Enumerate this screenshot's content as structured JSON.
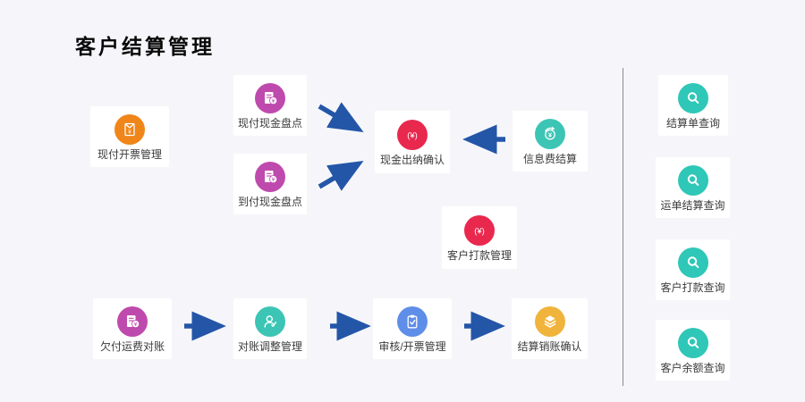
{
  "page": {
    "title": "客户结算管理",
    "background_color": "#f6f6fa",
    "card_color": "#ffffff",
    "arrow_color": "#2456a8",
    "divider_color": "#8c8c8c"
  },
  "glyphs": {
    "yuan": "¥",
    "yuan_paren": "(¥)"
  },
  "flow": {
    "nodes": [
      {
        "label": "现付开票管理",
        "icon": "invoice-icon",
        "color": "#f08519"
      },
      {
        "label": "现付现金盘点",
        "icon": "cash-count-icon",
        "color": "#bf4aad"
      },
      {
        "label": "到付现金盘点",
        "icon": "cash-count-icon",
        "color": "#bf4aad"
      },
      {
        "label": "现金出纳确认",
        "icon": "cash-yuan-icon",
        "color": "#e9284e"
      },
      {
        "label": "信息费结算",
        "icon": "fee-settlement-icon",
        "color": "#3cc5b5"
      },
      {
        "label": "客户打款管理",
        "icon": "cash-yuan-icon",
        "color": "#e9284e"
      },
      {
        "label": "欠付运费对账",
        "icon": "cash-count-icon",
        "color": "#bf4aad"
      },
      {
        "label": "对账调整管理",
        "icon": "user-adjust-icon",
        "color": "#3cc5b5"
      },
      {
        "label": "审核/开票管理",
        "icon": "clipboard-check-icon",
        "color": "#5f8ee8"
      },
      {
        "label": "结算销账确认",
        "icon": "layers-icon",
        "color": "#f0b43c"
      }
    ],
    "arrows": [
      {
        "from": "现付现金盘点",
        "to": "现金出纳确认",
        "direction": "down-right"
      },
      {
        "from": "到付现金盘点",
        "to": "现金出纳确认",
        "direction": "up-right"
      },
      {
        "from": "信息费结算",
        "to": "现金出纳确认",
        "direction": "left"
      },
      {
        "from": "欠付运费对账",
        "to": "对账调整管理",
        "direction": "right"
      },
      {
        "from": "对账调整管理",
        "to": "审核/开票管理",
        "direction": "right"
      },
      {
        "from": "审核/开票管理",
        "to": "结算销账确认",
        "direction": "right"
      }
    ]
  },
  "queries": {
    "items": [
      {
        "label": "结算单查询",
        "icon": "search-icon",
        "color": "#2fc7b7"
      },
      {
        "label": "运单结算查询",
        "icon": "search-icon",
        "color": "#2fc7b7"
      },
      {
        "label": "客户打款查询",
        "icon": "search-icon",
        "color": "#2fc7b7"
      },
      {
        "label": "客户余额查询",
        "icon": "search-icon",
        "color": "#2fc7b7"
      }
    ]
  }
}
